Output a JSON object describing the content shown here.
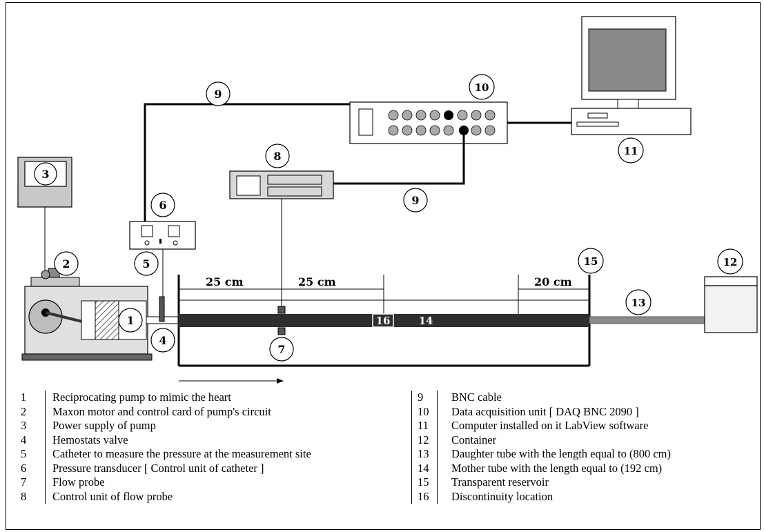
{
  "callouts": {
    "c1": "1",
    "c2": "2",
    "c3": "3",
    "c4": "4",
    "c5": "5",
    "c6": "6",
    "c7": "7",
    "c8": "8",
    "c9a": "9",
    "c9b": "9",
    "c10": "10",
    "c11": "11",
    "c12": "12",
    "c13": "13",
    "c15": "15"
  },
  "dimensions": {
    "d1": "25 cm",
    "d2": "25 cm",
    "d3": "20 cm"
  },
  "tube_labels": {
    "t16": "16",
    "t14": "14"
  },
  "legend_left": [
    {
      "num": "1",
      "text": "Reciprocating pump to mimic the heart"
    },
    {
      "num": "2",
      "text": "Maxon motor and control card of  pump's circuit"
    },
    {
      "num": "3",
      "text": "Power supply of pump"
    },
    {
      "num": "4",
      "text": "Hemostats valve"
    },
    {
      "num": "5",
      "text": "Catheter to measure the pressure at the measurement site"
    },
    {
      "num": "6",
      "text": "Pressure transducer [ Control unit of catheter ]"
    },
    {
      "num": "7",
      "text": "Flow probe"
    },
    {
      "num": "8",
      "text": "Control unit of flow probe"
    }
  ],
  "legend_right": [
    {
      "num": "9",
      "text": "BNC cable"
    },
    {
      "num": "10",
      "text": "Data acquisition unit [ DAQ BNC 2090 ]"
    },
    {
      "num": "11",
      "text": "Computer installed on it LabView software"
    },
    {
      "num": "12",
      "text": "Container"
    },
    {
      "num": "13",
      "text": "Daughter tube with the length equal to  (800 cm)"
    },
    {
      "num": "14",
      "text": "Mother tube with the length equal to  (192 cm)"
    },
    {
      "num": "15",
      "text": "Transparent reservoir"
    },
    {
      "num": "16",
      "text": "Discontinuity location"
    }
  ]
}
